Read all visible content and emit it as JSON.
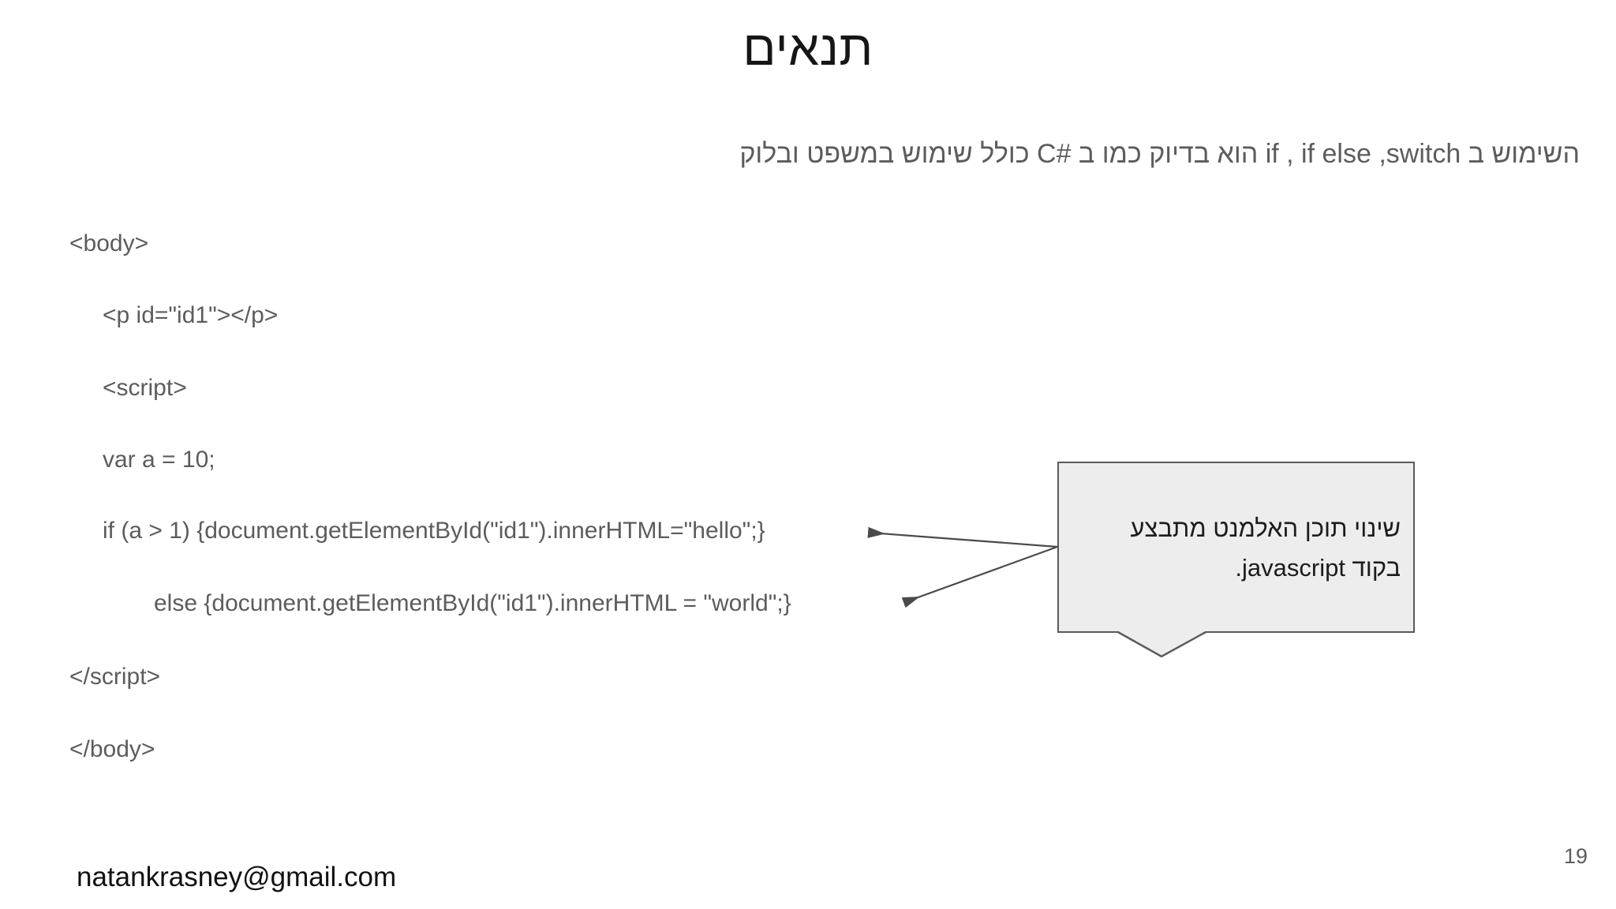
{
  "slide": {
    "title": "תנאים",
    "subtitle": "השימוש ב if , if else ,switch הוא בדיוק כמו ב C#‎ כולל שימוש במשפט ובלוק",
    "page_number": "19",
    "footer_email": "natankrasney@gmail.com"
  },
  "code": {
    "language": "html-javascript",
    "lines": [
      {
        "indent": 0,
        "text": "<body>"
      },
      {
        "indent": 1,
        "text": "<p id=\"id1\"></p>"
      },
      {
        "indent": 1,
        "text": "<script>"
      },
      {
        "indent": 1,
        "text": "var a = 10;"
      },
      {
        "indent": 1,
        "text": "if (a > 1) {document.getElementById(\"id1\").innerHTML=\"hello\";}"
      },
      {
        "indent": 2,
        "text": "else {document.getElementById(\"id1\").innerHTML = \"world\";}"
      },
      {
        "indent": 0,
        "text": "</script>"
      },
      {
        "indent": 0,
        "text": "</body>"
      }
    ]
  },
  "callout": {
    "line1": "שינוי תוכן האלמנט מתבצע",
    "line2": "בקוד javascript.",
    "fill_color": "#ededed",
    "border_color": "#5a5a5a",
    "arrow_color": "#4a4a4a",
    "points_to": [
      "hello-code-line",
      "world-code-line"
    ]
  },
  "colors": {
    "background": "#ffffff",
    "title_text": "#161616",
    "body_gray_text": "#5c5c5c",
    "callout_text": "#1c1c1c"
  }
}
